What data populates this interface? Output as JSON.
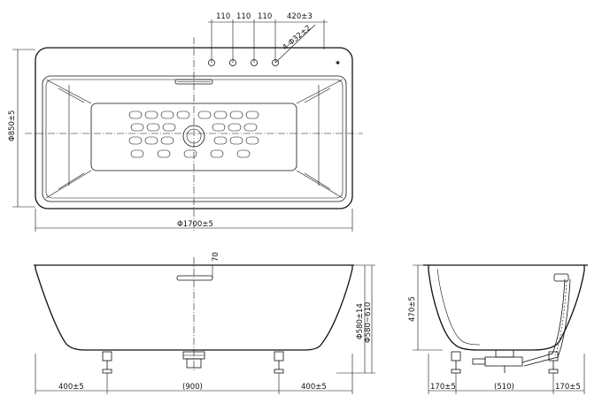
{
  "labels": {
    "top_hole_spacing_1": "110",
    "top_hole_spacing_2": "110",
    "top_hole_spacing_3": "110",
    "top_offset": "420±3",
    "hole_dia": "4-Φ32±2",
    "top_width": "Φ850±5",
    "top_length": "Φ1700±5",
    "overflow_height": "70",
    "front_left": "400±5",
    "front_mid": "(900)",
    "front_right": "400±5",
    "front_height_1": "Φ580±14",
    "front_height_2": "Φ580~610",
    "side_height": "470±5",
    "side_left": "170±5",
    "side_mid": "(510)",
    "side_right": "170±5"
  },
  "icons": [
    "drain-icon",
    "overflow-icon",
    "faucet-hole-icon",
    "anti-slip-pad-icon",
    "adjustable-foot-icon",
    "drain-hose-icon"
  ]
}
